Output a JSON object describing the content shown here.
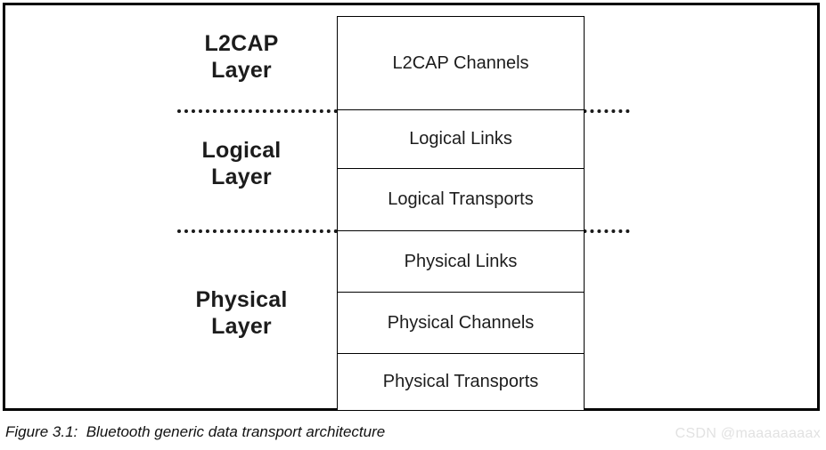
{
  "figure": {
    "caption": "Figure 3.1:  Bluetooth generic data transport architecture",
    "frame_color": "#000000",
    "background_color": "#ffffff",
    "text_color": "#1c1c1c"
  },
  "watermark": {
    "text": "CSDN @maaaaaaaax",
    "color": "#e2e2e2"
  },
  "layers": [
    {
      "line1": "L2CAP",
      "line2": "Layer"
    },
    {
      "line1": "Logical",
      "line2": "Layer"
    },
    {
      "line1": "Physical",
      "line2": "Layer"
    }
  ],
  "stack": {
    "rows": [
      {
        "label": "L2CAP Channels"
      },
      {
        "label": "Logical Links"
      },
      {
        "label": "Logical Transports"
      },
      {
        "label": "Physical Links"
      },
      {
        "label": "Physical Channels"
      },
      {
        "label": "Physical Transports"
      }
    ]
  },
  "dividers": [
    {
      "name": "l2cap-logical-divider"
    },
    {
      "name": "logical-physical-divider"
    }
  ]
}
